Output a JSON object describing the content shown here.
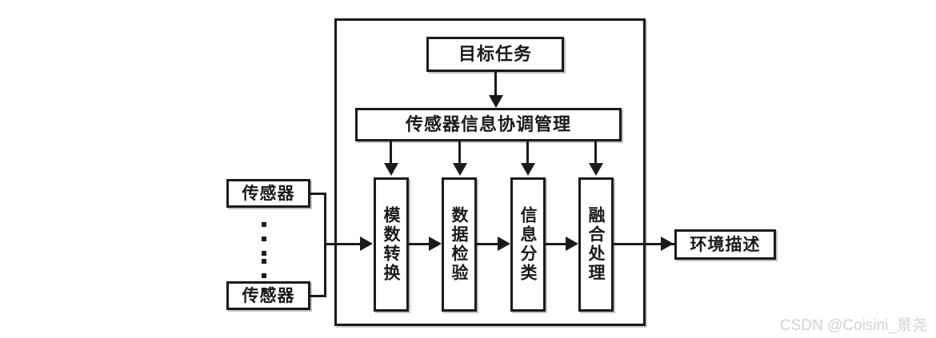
{
  "diagram": {
    "title_box": {
      "label": "目标任务"
    },
    "coordination_box": {
      "label": "传感器信息协调管理"
    },
    "process_boxes": [
      {
        "label": "模数转换"
      },
      {
        "label": "数据检验"
      },
      {
        "label": "信息分类"
      },
      {
        "label": "融合处理"
      }
    ],
    "sensors": [
      {
        "label": "传感器"
      },
      {
        "label": "传感器"
      }
    ],
    "output_box": {
      "label": "环境描述"
    },
    "colors": {
      "stroke": "#1a1a1a",
      "background": "#ffffff",
      "watermark": "#d2d2d2"
    }
  },
  "watermark": {
    "text": "CSDN @Coisini_景尧"
  }
}
